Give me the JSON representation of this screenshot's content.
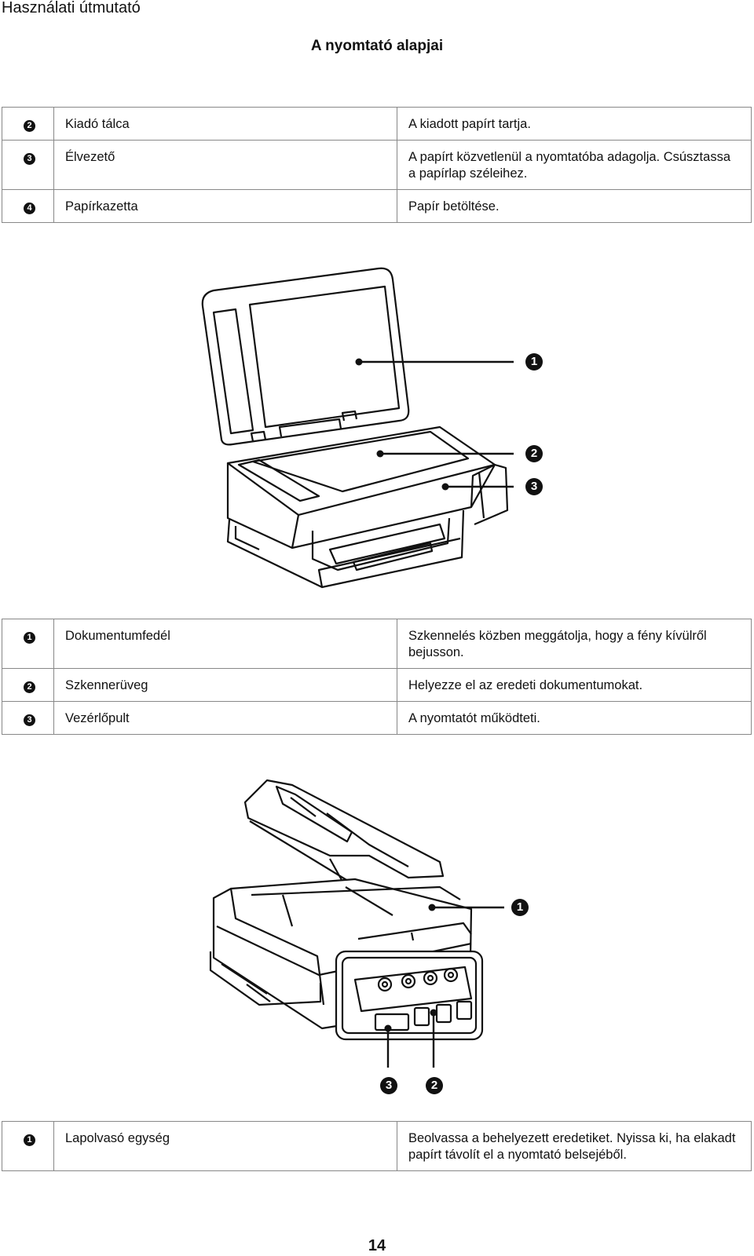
{
  "header": "Használati útmutató",
  "title": "A nyomtató alapjai",
  "table1": [
    {
      "num": "2",
      "name": "Kiadó tálca",
      "desc": "A kiadott papírt tartja."
    },
    {
      "num": "3",
      "name": "Élvezető",
      "desc": "A papírt közvetlenül a nyomtatóba adagolja. Csúsztassa a papírlap széleihez."
    },
    {
      "num": "4",
      "name": "Papírkazetta",
      "desc": "Papír betöltése."
    }
  ],
  "figure1_callouts": [
    "1",
    "2",
    "3"
  ],
  "table2": [
    {
      "num": "1",
      "name": "Dokumentumfedél",
      "desc": "Szkennelés közben meggátolja, hogy a fény kívülről bejusson."
    },
    {
      "num": "2",
      "name": "Szkennerüveg",
      "desc": "Helyezze el az eredeti dokumentumokat."
    },
    {
      "num": "3",
      "name": "Vezérlőpult",
      "desc": "A nyomtatót működteti."
    }
  ],
  "figure2_callouts": [
    "1",
    "3",
    "2"
  ],
  "table3": [
    {
      "num": "1",
      "name": "Lapolvasó egység",
      "desc": "Beolvassa a behelyezett eredetiket. Nyissa ki, ha elakadt papírt távolít el a nyomtató belsejéből."
    }
  ],
  "page_number": "14"
}
